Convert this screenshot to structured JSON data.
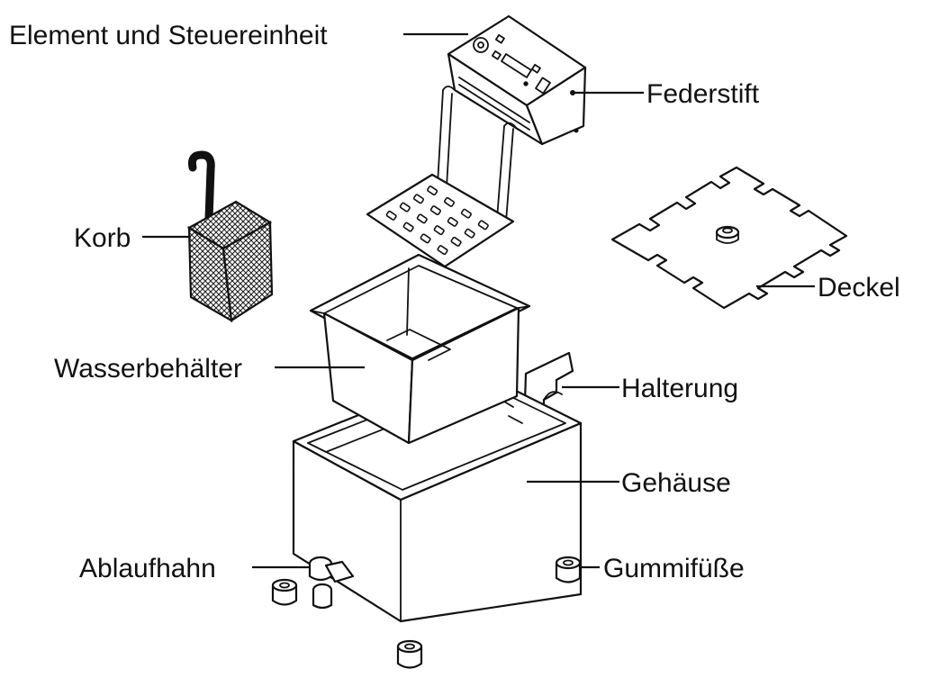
{
  "labels": {
    "element": "Element und Steuereinheit",
    "federstift": "Federstift",
    "korb": "Korb",
    "deckel": "Deckel",
    "wasserbehaelter": "Wasserbehälter",
    "halterung": "Halterung",
    "gehaeuse": "Gehäuse",
    "ablaufhahn": "Ablaufhahn",
    "gummifuesse": "Gummifüße"
  },
  "colors": {
    "line": "#111111",
    "background": "#ffffff"
  }
}
